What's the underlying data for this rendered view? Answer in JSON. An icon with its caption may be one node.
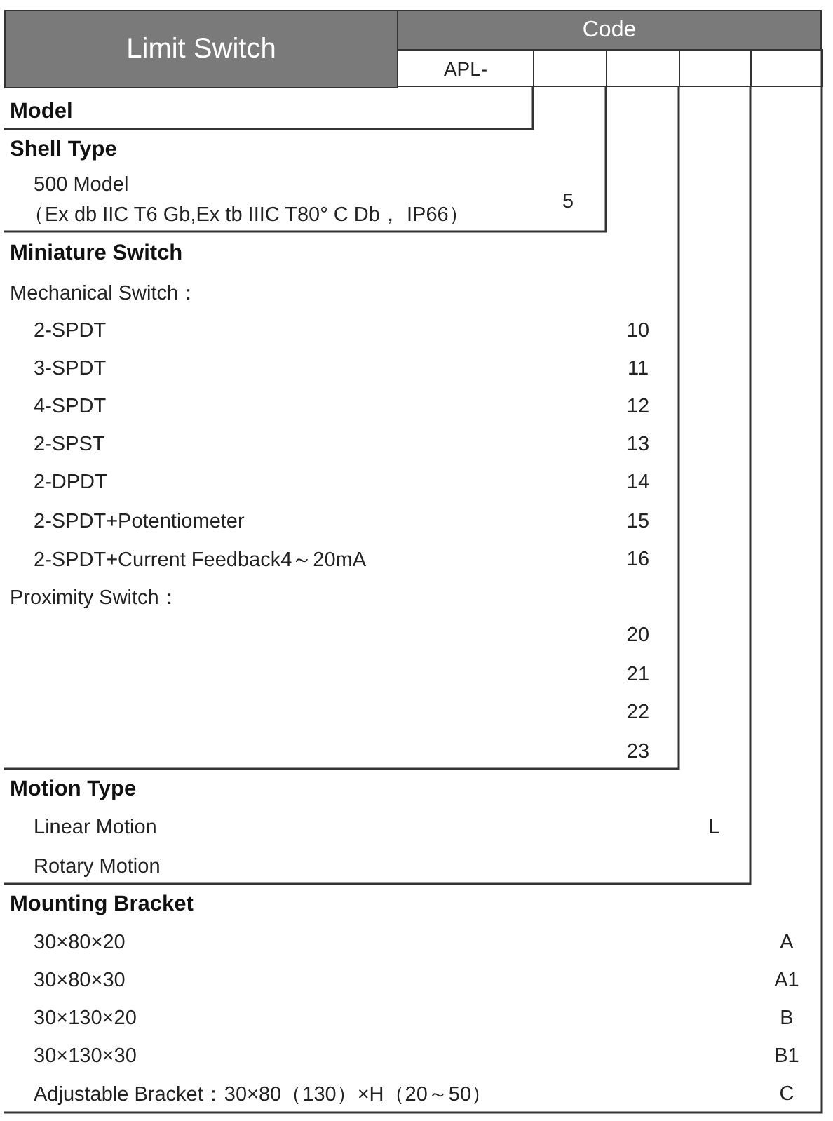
{
  "diagram": {
    "nodes": [
      {
        "text": [
          "Limit Switch"
        ]
      },
      {
        "text": [
          "Code"
        ]
      },
      {
        "text": [
          "APL-"
        ]
      },
      {
        "text": [],
        "shape": "box"
      },
      {
        "text": [],
        "shape": "box"
      },
      {
        "text": [],
        "shape": "box"
      },
      {
        "text": [],
        "shape": "box"
      }
    ],
    "labels": [
      "Model",
      "Shell Type",
      "500 Model",
      "（Ex db IIC T6 Gb,Ex tb IIIC T80° C Db， IP66）",
      "5",
      "Miniature Switch",
      "Mechanical Switch：",
      "2-SPDT",
      "10",
      "3-SPDT",
      "11",
      "4-SPDT",
      "12",
      "2-SPST",
      "13",
      "2-DPDT",
      "14",
      "2-SPDT+Potentiometer",
      "15",
      "2-SPDT+Current Feedback4～20mA",
      "16",
      "Proximity Switch：",
      "20",
      "21",
      "22",
      "23",
      "Motion Type",
      "Linear Motion",
      "L",
      "Rotary Motion",
      "Mounting Bracket",
      "30×80×20",
      "A",
      "30×80×30",
      "A1",
      "30×130×20",
      "B",
      "30×130×30",
      "B1",
      "Adjustable Bracket：30×80（130）×H（20～50）",
      "C"
    ]
  }
}
